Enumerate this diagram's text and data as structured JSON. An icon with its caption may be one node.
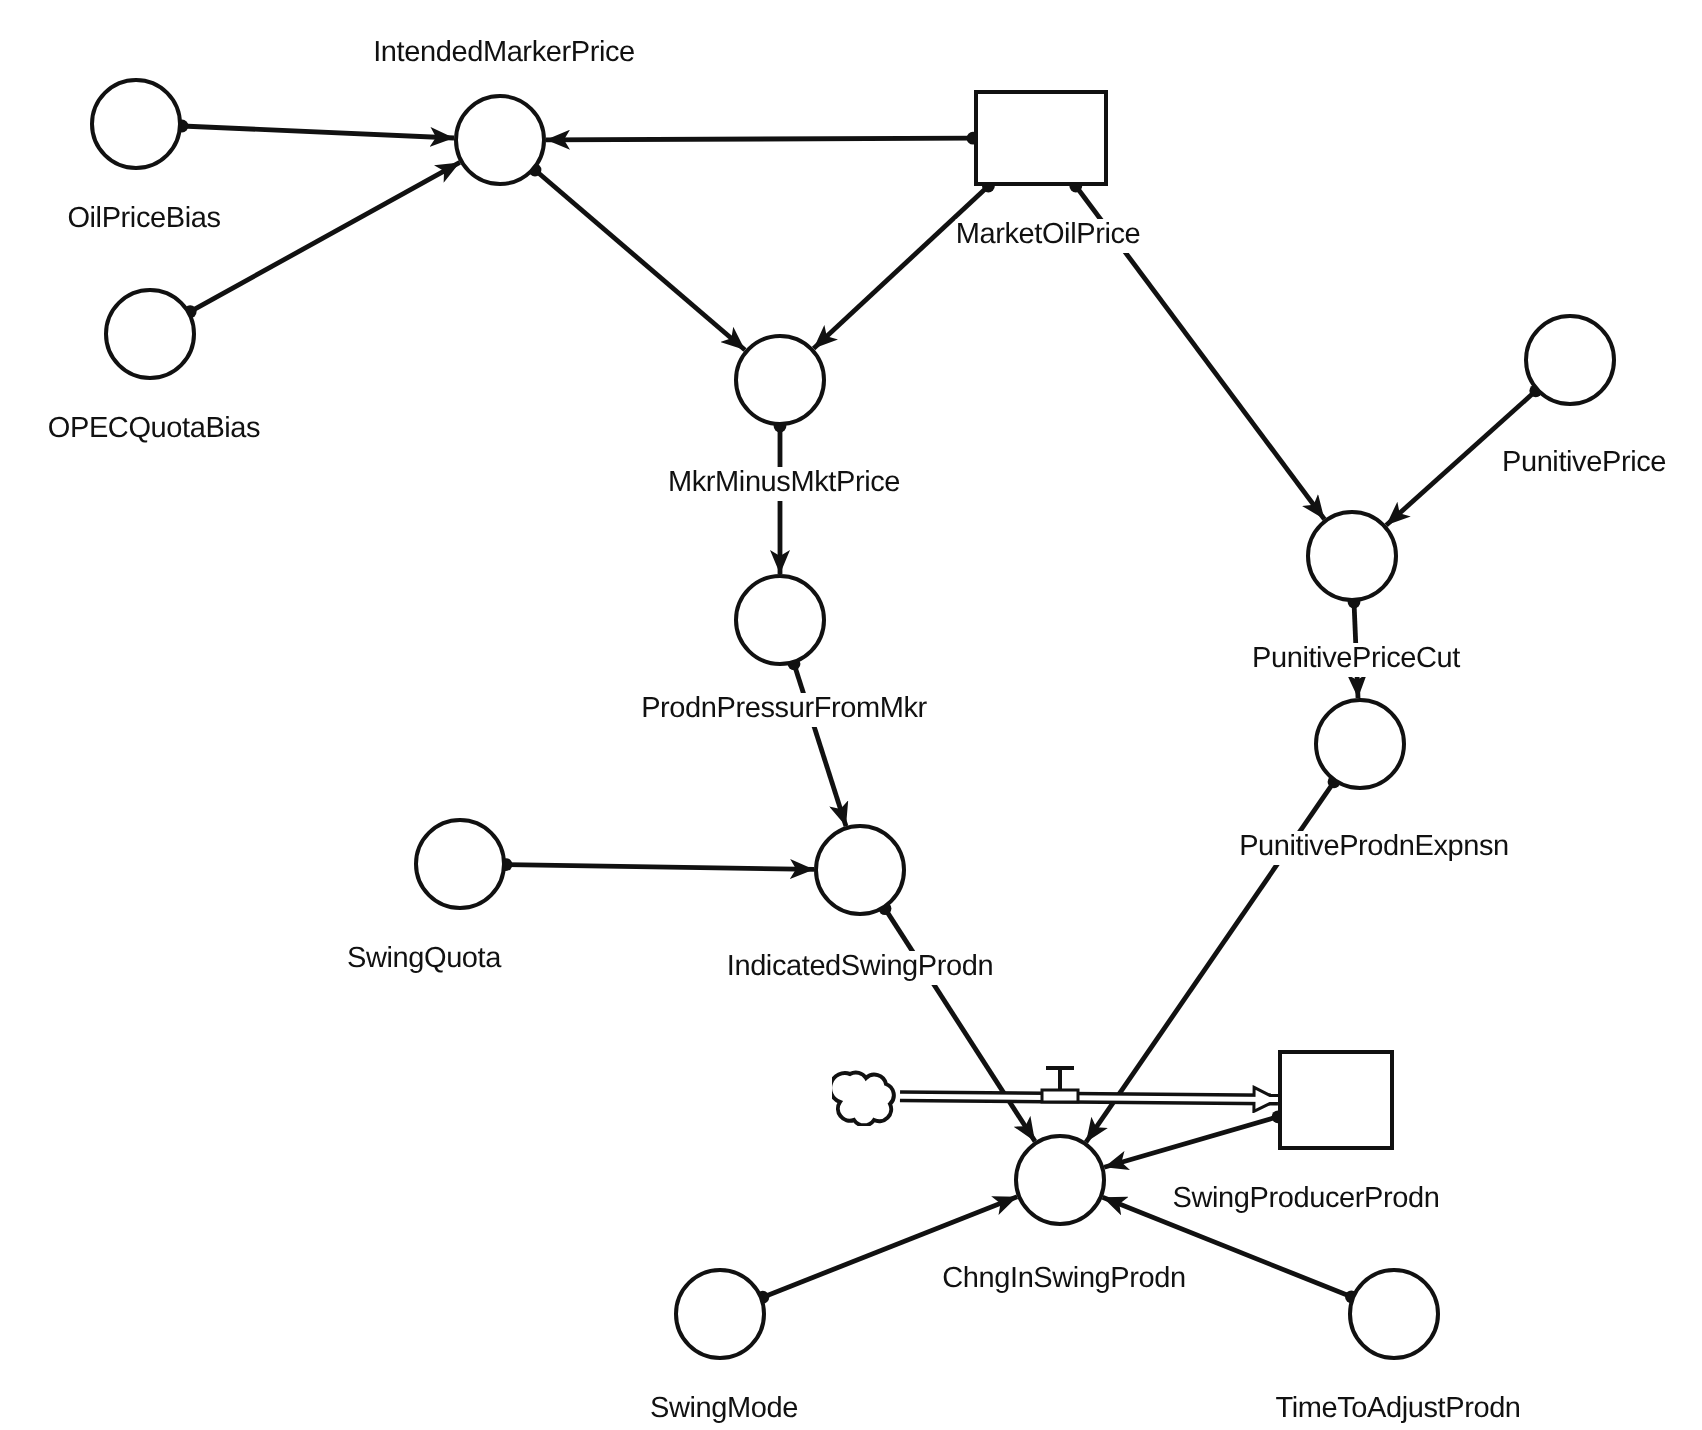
{
  "diagram": {
    "nodes": [
      {
        "text": [
          "IntendedMarkerPrice"
        ]
      },
      {
        "text": [
          "OilPriceBias"
        ]
      },
      {
        "text": [
          "OPECQuotaBias"
        ]
      },
      {
        "text": [
          "MarketOilPrice"
        ]
      },
      {
        "text": [
          "MkrMinusMktPrice"
        ]
      },
      {
        "text": [
          "ProdnPressurFromMkr"
        ]
      },
      {
        "text": [
          "PunitivePrice"
        ]
      },
      {
        "text": [
          "PunitivePriceCut"
        ]
      },
      {
        "text": [
          "PunitiveProdnExpnsn"
        ]
      },
      {
        "text": [
          "SwingQuota"
        ]
      },
      {
        "text": [
          "IndicatedSwingProdn"
        ]
      },
      {
        "text": [],
        "shape": "cloud"
      },
      {
        "text": [
          "SwingProducerProdn"
        ]
      },
      {
        "text": [
          "ChngInSwingProdn"
        ]
      },
      {
        "text": [
          "SwingMode"
        ]
      },
      {
        "text": [
          "TimeToAdjustProdn"
        ]
      }
    ],
    "edges": [
      {
        "from": 1,
        "to": 0,
        "arrow": "to"
      },
      {
        "from": 2,
        "to": 0,
        "arrow": "to"
      },
      {
        "from": 3,
        "to": 0,
        "arrow": "to"
      },
      {
        "from": 0,
        "to": 4,
        "arrow": "to"
      },
      {
        "from": 3,
        "to": 4,
        "arrow": "to"
      },
      {
        "from": 4,
        "to": 5,
        "arrow": "to"
      },
      {
        "from": 3,
        "to": 7,
        "arrow": "to"
      },
      {
        "from": 6,
        "to": 7,
        "arrow": "to"
      },
      {
        "from": 7,
        "to": 8,
        "arrow": "to"
      },
      {
        "from": 5,
        "to": 10,
        "arrow": "to"
      },
      {
        "from": 9,
        "to": 10,
        "arrow": "to"
      },
      {
        "from": 10,
        "to": 13,
        "arrow": "to"
      },
      {
        "from": 8,
        "to": 13,
        "arrow": "to"
      },
      {
        "from": 11,
        "to": 12,
        "arrow": "to",
        "style": "thick"
      },
      {
        "from": 12,
        "to": 13,
        "arrow": "to"
      },
      {
        "from": 14,
        "to": 13,
        "arrow": "to"
      },
      {
        "from": 15,
        "to": 13,
        "arrow": "to"
      }
    ]
  }
}
